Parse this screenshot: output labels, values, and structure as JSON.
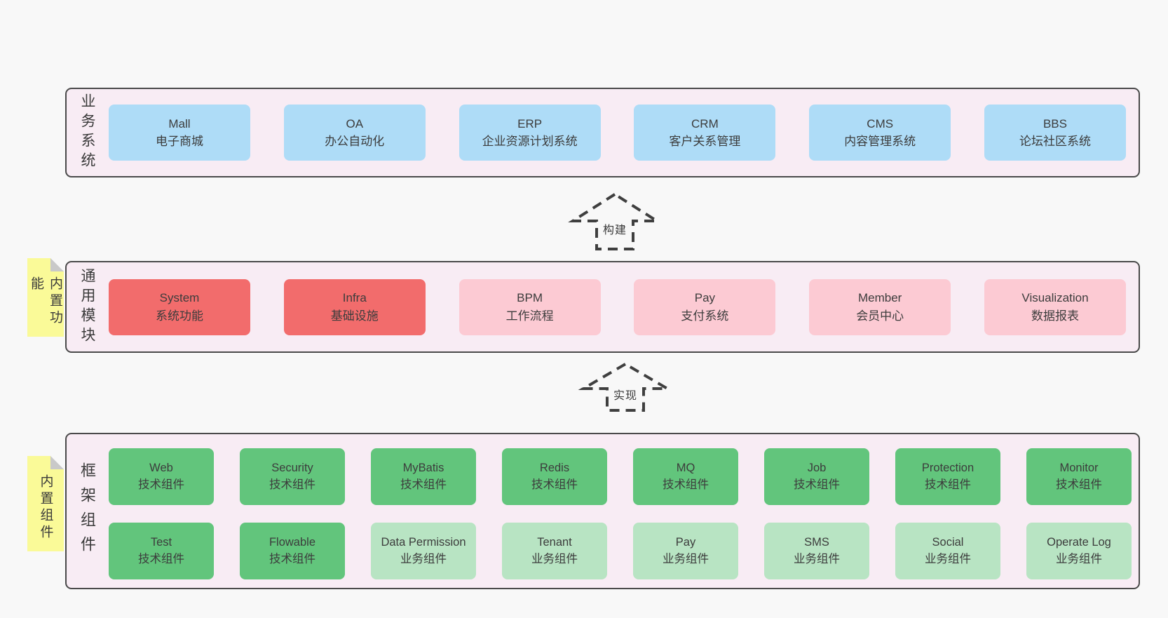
{
  "colors": {
    "page_bg": "#f8f8f8",
    "band_bg": "#f8ecf4",
    "band_border": "#4a4a4a",
    "blue": "#aedcf7",
    "red": "#f26c6c",
    "pink": "#fccad3",
    "green": "#62c57c",
    "light_green": "#b8e4c3",
    "sticky_yellow": "#fafa98",
    "text": "#3c3c3c"
  },
  "arrows": [
    {
      "label": "构建"
    },
    {
      "label": "实现"
    }
  ],
  "business": {
    "side_label": "业务系统",
    "boxes": [
      {
        "title": "Mall",
        "subtitle": "电子商城"
      },
      {
        "title": "OA",
        "subtitle": "办公自动化"
      },
      {
        "title": "ERP",
        "subtitle": "企业资源计划系统"
      },
      {
        "title": "CRM",
        "subtitle": "客户关系管理"
      },
      {
        "title": "CMS",
        "subtitle": "内容管理系统"
      },
      {
        "title": "BBS",
        "subtitle": "论坛社区系统"
      }
    ]
  },
  "modules": {
    "side_label": "通用模块",
    "sticky_label": "内置功能",
    "boxes": [
      {
        "title": "System",
        "subtitle": "系统功能",
        "variant": "red"
      },
      {
        "title": "Infra",
        "subtitle": "基础设施",
        "variant": "red"
      },
      {
        "title": "BPM",
        "subtitle": "工作流程",
        "variant": "pink"
      },
      {
        "title": "Pay",
        "subtitle": "支付系统",
        "variant": "pink"
      },
      {
        "title": "Member",
        "subtitle": "会员中心",
        "variant": "pink"
      },
      {
        "title": "Visualization",
        "subtitle": "数据报表",
        "variant": "pink"
      }
    ]
  },
  "components": {
    "side_label": "框架组件",
    "sticky_label": "内置组件",
    "row1": [
      {
        "title": "Web",
        "subtitle": "技术组件",
        "variant": "green"
      },
      {
        "title": "Security",
        "subtitle": "技术组件",
        "variant": "green"
      },
      {
        "title": "MyBatis",
        "subtitle": "技术组件",
        "variant": "green"
      },
      {
        "title": "Redis",
        "subtitle": "技术组件",
        "variant": "green"
      },
      {
        "title": "MQ",
        "subtitle": "技术组件",
        "variant": "green"
      },
      {
        "title": "Job",
        "subtitle": "技术组件",
        "variant": "green"
      },
      {
        "title": "Protection",
        "subtitle": "技术组件",
        "variant": "green"
      },
      {
        "title": "Monitor",
        "subtitle": "技术组件",
        "variant": "green"
      }
    ],
    "row2": [
      {
        "title": "Test",
        "subtitle": "技术组件",
        "variant": "green"
      },
      {
        "title": "Flowable",
        "subtitle": "技术组件",
        "variant": "green"
      },
      {
        "title": "Data Permission",
        "subtitle": "业务组件",
        "variant": "light_green"
      },
      {
        "title": "Tenant",
        "subtitle": "业务组件",
        "variant": "light_green"
      },
      {
        "title": "Pay",
        "subtitle": "业务组件",
        "variant": "light_green"
      },
      {
        "title": "SMS",
        "subtitle": "业务组件",
        "variant": "light_green"
      },
      {
        "title": "Social",
        "subtitle": "业务组件",
        "variant": "light_green"
      },
      {
        "title": "Operate Log",
        "subtitle": "业务组件",
        "variant": "light_green"
      }
    ]
  }
}
